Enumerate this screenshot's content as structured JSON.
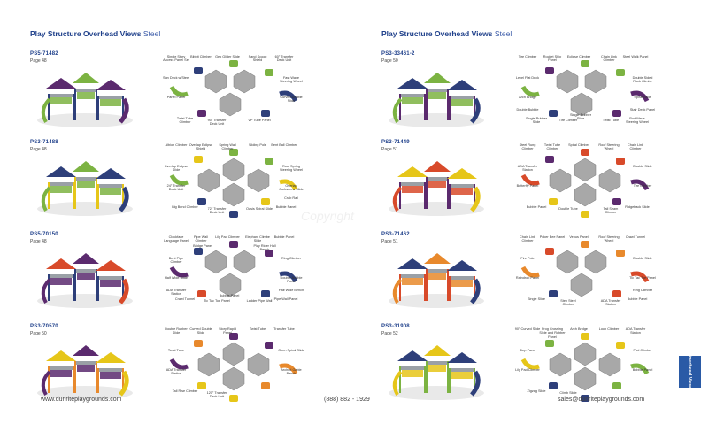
{
  "headers": {
    "left_title": "Play Structure Overhead Views",
    "left_suffix": "Steel",
    "right_title": "Play Structure Overhead Views",
    "right_suffix": "Steel"
  },
  "entries": [
    {
      "code": "PS5-71482",
      "page": "Page 48",
      "callouts": [
        "Single Story Access Panel Set",
        "Bibbit Climber",
        "Geo Glider Slide",
        "Sand Scoop Shield",
        "60° Transfer Deck Unit",
        "Sun Deck w/Steel",
        "Fast Wave Steering Wheel",
        "Panel Panel",
        "Curved Double Slide",
        "Twist Tube Climber",
        "90° Transfer Deck Unit",
        "VP Tube Panel"
      ]
    },
    {
      "code": "PS3-71488",
      "page": "Page 48",
      "callouts": [
        "Albion Climber",
        "Overlap Eclipse Shield",
        "Spring Wall Climber",
        "Sliding Pole",
        "Bent Ball Climber",
        "Overlap Eclipse Slide",
        "Roof Spring Steering Wheel",
        "24° Transfer Deck Unit",
        "Overlap Corkscrew Slide",
        "Big Bend Climber",
        "72° Transfer Deck Unit",
        "Oasis Spiral Slide",
        "Bubble Panel",
        "Crab Rail"
      ]
    },
    {
      "code": "PS5-70150",
      "page": "Page 48",
      "callouts": [
        "Clockface Language Panel",
        "Pipe Wall Climber",
        "Lily Pad Climber",
        "Elephant Climbe Slide",
        "Bubble Panel",
        "Bent Pipe Climber",
        "Ring Climber",
        "Half Wide Slide",
        "Double Bubble Panel",
        "Crawl Tunnel",
        "Tic Tac Toe Panel",
        "Ladder Pipe Wall",
        "Pipe Wall Panel",
        "Half Wide Bench",
        "ADA Transfer Station",
        "Bubble Panel",
        "Play Rider Hall Bench",
        "Bridge Panel"
      ]
    },
    {
      "code": "PS3-70570",
      "page": "Page 50",
      "callouts": [
        "Double Rubber Slide",
        "Curved Double Slide",
        "Story Rapid Panel",
        "Twist Tube",
        "Transfer Tube",
        "Twist Tube",
        "Open Spiral Slide",
        "ADA Transfer Station",
        "Arched Gable Bench",
        "Tall Rise Climber",
        "120° Transfer Deck Unit"
      ]
    },
    {
      "code": "PS3-33461-2",
      "page": "Page 50",
      "callouts": [
        "Tire Climber",
        "Rocket Ship Panel",
        "Eclipse Climber",
        "Chain Link Climber",
        "Steel Walk Panel",
        "Level Flat Deck",
        "Double Sided Rock Climbe",
        "Arch Bridge",
        "Spiral Slide",
        "Single Rubber Slide",
        "Tire Climber",
        "Twist Tube",
        "Pod Wave Steering Wheel",
        "Stair Deck Panel",
        "Double Bubble",
        "Single Rubber Slide"
      ]
    },
    {
      "code": "PS3-71449",
      "page": "Page 51",
      "callouts": [
        "Steel Rung Climber",
        "Twist Tube Climber",
        "Spiral Climber",
        "Roof Steering Wheel",
        "Chain Link Climber",
        "ADA Transfer Station",
        "Double Slide",
        "Butterfly Panel",
        "Tire Climber",
        "Bubble Panel",
        "Double Tube",
        "Tall Seam Climber",
        "Ridgeback Slide"
      ]
    },
    {
      "code": "PS3-71462",
      "page": "Page 51",
      "callouts": [
        "Chain Link Climber",
        "Poker Bee Panel",
        "Venus Panel",
        "Roof Steering Wheel",
        "Crawl Tunnel",
        "Fire Pole",
        "Double Slide",
        "Raindrop Panel",
        "Tic Tac Toe Panel",
        "Single Slide",
        "Step Steel Climber",
        "ADA Transfer Station",
        "Bubble Panel",
        "Ring Climber"
      ]
    },
    {
      "code": "PS3-31908",
      "page": "Page 52",
      "callouts": [
        "90° Curved Slide",
        "Frog Crossing Slide and Rubber Panel",
        "Arch Bridge",
        "Loop Climber",
        "ADA Transfer Station",
        "Step Panel",
        "Pod Climber",
        "Lily Pad Climber",
        "Bubble Panel",
        "Zigzag Slide",
        "Climb Slide"
      ]
    }
  ],
  "footer": {
    "website": "www.dunriteplaygrounds.com",
    "phone": "(888) 882 - 1929",
    "email": "sales@dunriteplaygrounds.com"
  },
  "side_tab": "Overhead Views",
  "watermark": "Copyright",
  "colors": {
    "title_blue": "#1e3f8a",
    "tab_blue": "#2a5aa6",
    "deck_gray": "#a8a8a8",
    "green": "#7cb342",
    "orange": "#e8892c",
    "purple": "#5b2a6e",
    "red": "#d84a2a",
    "navy": "#2e3f7a",
    "yellow": "#e6c619"
  }
}
